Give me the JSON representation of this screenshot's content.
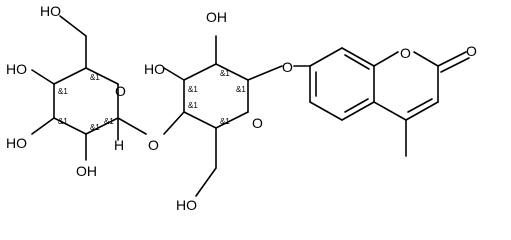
{
  "molecule": {
    "atoms": {
      "oh_top_left": "HO",
      "oh_left": "HO",
      "oh_lower_left": "HO",
      "oh_bottom_left": "OH",
      "ring1_o": "O",
      "glyco_o": "O",
      "oh_top_mid": "OH",
      "oh_mid": "HO",
      "ring2_o": "O",
      "ho_bottom": "HO",
      "aryl_o": "O",
      "coumarin_o": "O",
      "carbonyl_o": "O",
      "anomeric_h": "H"
    },
    "stereo_labels": [
      "&1",
      "&1",
      "&1",
      "&1",
      "&1",
      "&1",
      "&1",
      "&1",
      "&1",
      "&1"
    ]
  }
}
